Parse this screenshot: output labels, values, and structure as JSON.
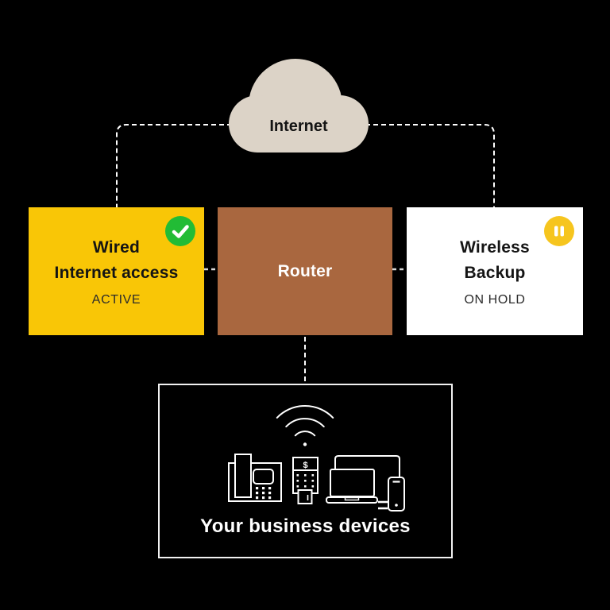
{
  "cloud": {
    "label": "Internet"
  },
  "nodes": {
    "wired": {
      "title_line1": "Wired",
      "title_line2": "Internet access",
      "status": "ACTIVE",
      "badge_icon": "check-icon"
    },
    "router": {
      "title": "Router"
    },
    "wireless": {
      "title_line1": "Wireless",
      "title_line2": "Backup",
      "status": "ON HOLD",
      "badge_icon": "pause-icon"
    }
  },
  "devices": {
    "label": "Your business devices",
    "icon_names": [
      "desk-phone-icon",
      "wifi-signal-icon",
      "payment-terminal-icon",
      "monitor-icon",
      "laptop-icon",
      "smartphone-icon"
    ]
  },
  "colors": {
    "background": "#000000",
    "cloud_fill": "#DCD3C7",
    "wired_bg": "#F9C606",
    "router_bg": "#A9673F",
    "wireless_bg": "#FFFFFF",
    "status_active_badge": "#22BC35",
    "status_hold_badge": "#F6C51E",
    "connector": "#FFFFFF",
    "device_line_art": "#FFFFFF"
  }
}
